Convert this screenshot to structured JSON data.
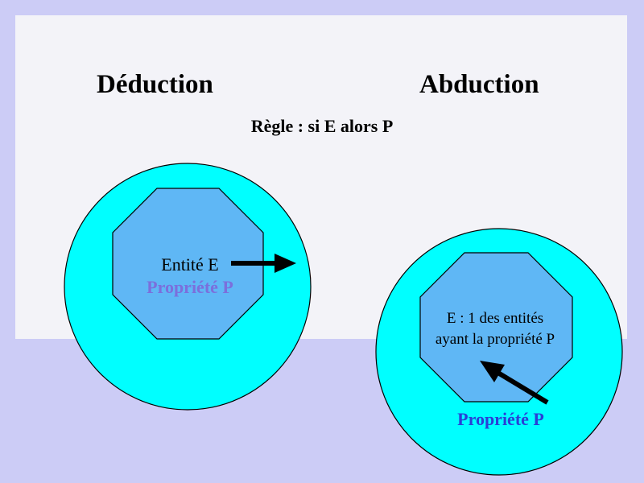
{
  "slide": {
    "title_left": "Déduction",
    "title_right": "Abduction",
    "rule": "Règle : si E alors P"
  },
  "deduction": {
    "entity_label": "Entité E",
    "property_label": "Propriété P"
  },
  "abduction": {
    "entities_line1": "E : 1 des entités",
    "entities_line2": "ayant la propriété P",
    "property_label": "Propriété P"
  },
  "colors": {
    "background": "#ccccf6",
    "panel": "#f3f3f8",
    "outer_circle": "#00ffff",
    "octagon": "#5fb7f5",
    "property_left": "#7b6fdc",
    "property_right": "#2a3fd6",
    "arrow": "#000000"
  }
}
